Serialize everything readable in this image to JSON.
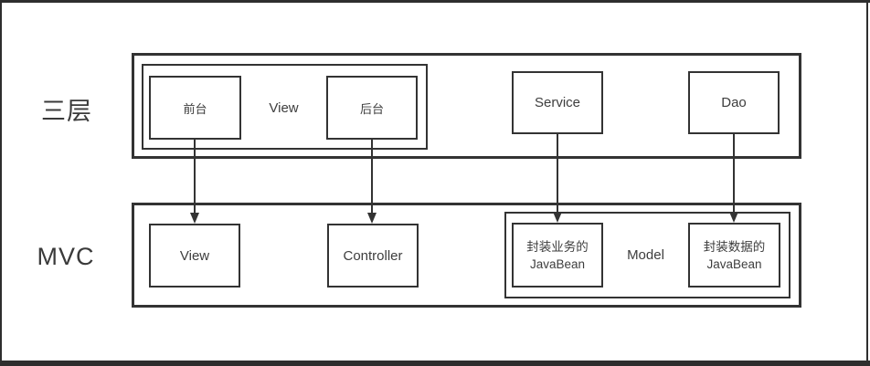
{
  "diagram": {
    "title_note": "three-tier architecture to MVC mapping diagram",
    "colors": {
      "line": "#333333",
      "text": "#3d3d3d",
      "frame": "#2e2e2e",
      "background": "#ffffff"
    },
    "rows": {
      "three_tier": {
        "row_label": "三层",
        "view_group_label": "View",
        "boxes": {
          "qiantai": "前台",
          "houtai": "后台",
          "service": "Service",
          "dao": "Dao"
        }
      },
      "mvc": {
        "row_label": "MVC",
        "model_group_label": "Model",
        "boxes": {
          "view": "View",
          "controller": "Controller",
          "business_bean": {
            "line1": "封装业务的",
            "line2": "JavaBean"
          },
          "data_bean": {
            "line1": "封装数据的",
            "line2": "JavaBean"
          }
        }
      }
    },
    "arrows": [
      {
        "from": "前台",
        "to": "View"
      },
      {
        "from": "后台",
        "to": "Controller"
      },
      {
        "from": "Service",
        "to": "封装业务的 JavaBean"
      },
      {
        "from": "Dao",
        "to": "封装数据的 JavaBean"
      }
    ]
  }
}
